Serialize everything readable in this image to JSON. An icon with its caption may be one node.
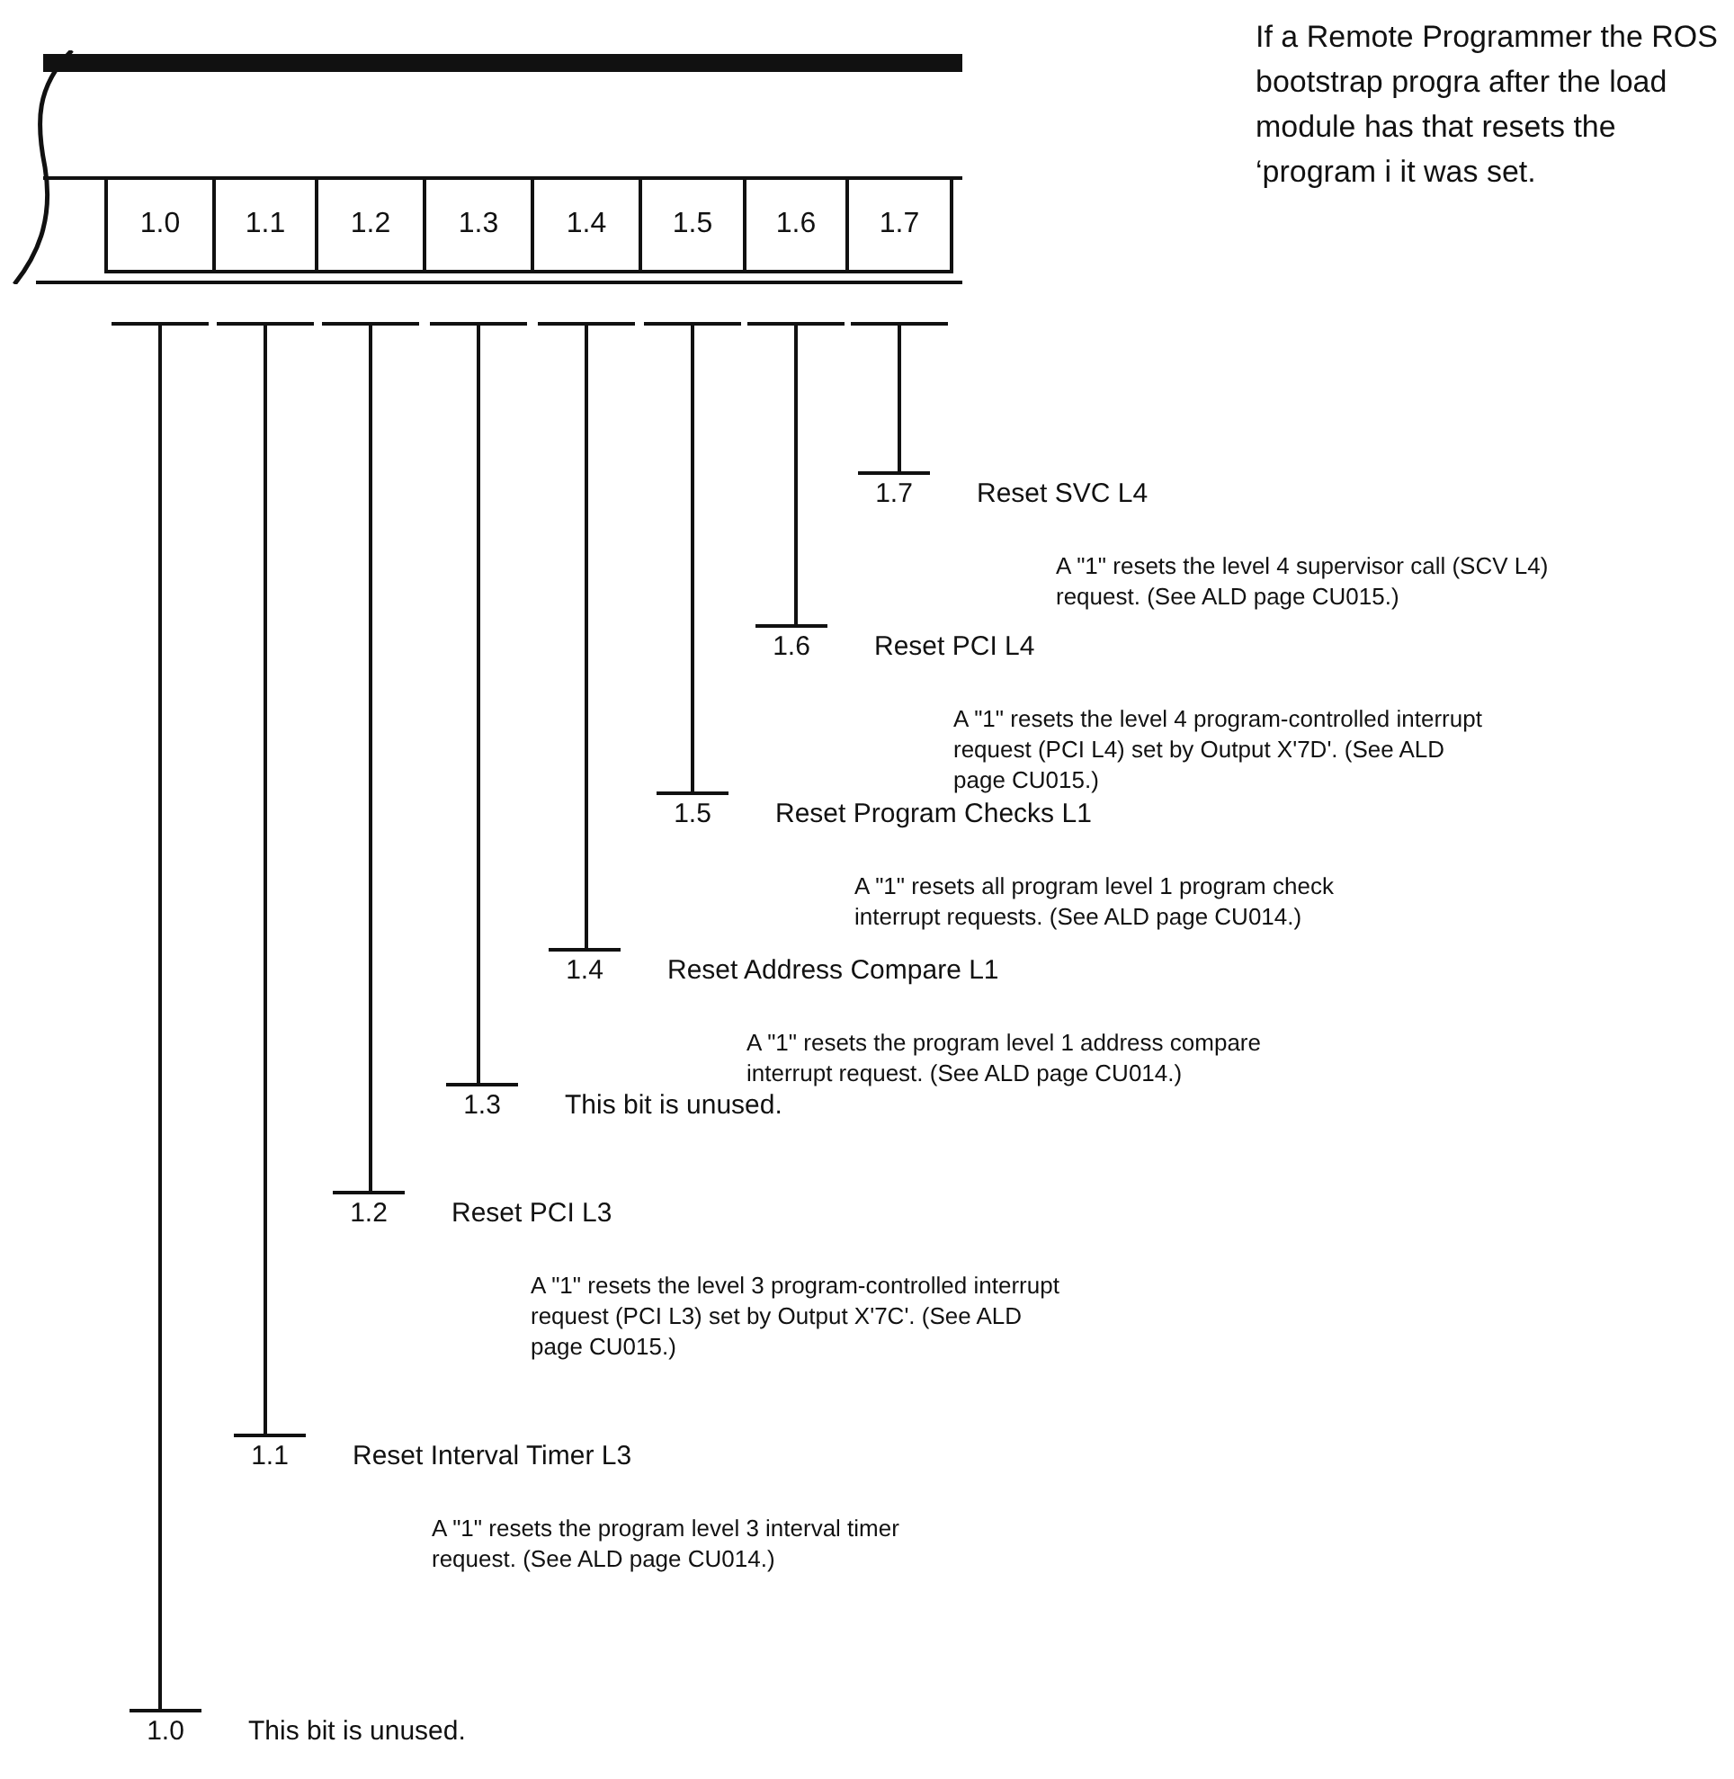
{
  "diagram": {
    "nodes": [
      {
        "text": [],
        "shape": "bar"
      },
      {
        "text": [
          "1.0"
        ],
        "in": 0
      },
      {
        "text": [
          "1.1"
        ],
        "in": 0
      },
      {
        "text": [
          "1.2"
        ],
        "in": 0
      },
      {
        "text": [
          "1.3"
        ],
        "in": 0
      },
      {
        "text": [
          "1.4"
        ],
        "in": 0
      },
      {
        "text": [
          "1.5"
        ],
        "in": 0
      },
      {
        "text": [
          "1.6"
        ],
        "in": 0
      },
      {
        "text": [
          "1.7"
        ],
        "in": 0
      },
      {
        "text": [
          "1.7",
          "Reset SVC L4",
          "A \"1\" resets the level 4 supervisor call (SCV L4) request. (See ALD page CU015.)"
        ]
      },
      {
        "text": [
          "1.6",
          "Reset PCI L4",
          "A \"1\" resets the level 4 program-controlled interrupt request (PCI L4) set by Output X'7D'. (See ALD page CU015.)"
        ]
      },
      {
        "text": [
          "1.5",
          "Reset Program Checks L1",
          "A \"1\" resets all program level 1 program check interrupt requests. (See ALD page CU014.)"
        ]
      },
      {
        "text": [
          "1.4",
          "Reset Address Compare L1",
          "A \"1\" resets the program level 1 address compare interrupt request. (See ALD page CU014.)"
        ]
      },
      {
        "text": [
          "1.3",
          "This bit is unused."
        ]
      },
      {
        "text": [
          "1.2",
          "Reset PCI L3",
          "A \"1\" resets the level 3 program-controlled interrupt request (PCI L3) set by Output X'7C'. (See ALD page CU015.)"
        ]
      },
      {
        "text": [
          "1.1",
          "Reset Interval Timer L3",
          "A \"1\" resets the program level 3 interval timer request. (See ALD page CU014.)"
        ]
      },
      {
        "text": [
          "1.0",
          "This bit is unused."
        ]
      }
    ],
    "edges": [
      {
        "from": 8,
        "to": 9,
        "arrow": "none"
      },
      {
        "from": 7,
        "to": 10,
        "arrow": "none"
      },
      {
        "from": 6,
        "to": 11,
        "arrow": "none"
      },
      {
        "from": 5,
        "to": 12,
        "arrow": "none"
      },
      {
        "from": 4,
        "to": 13,
        "arrow": "none"
      },
      {
        "from": 3,
        "to": 14,
        "arrow": "none"
      },
      {
        "from": 2,
        "to": 15,
        "arrow": "none"
      },
      {
        "from": 1,
        "to": 16,
        "arrow": "none"
      }
    ],
    "labels": [
      "If a Remote Programmer the ROS bootstrap progra after the load module has that resets the ‘program i it was set."
    ]
  }
}
